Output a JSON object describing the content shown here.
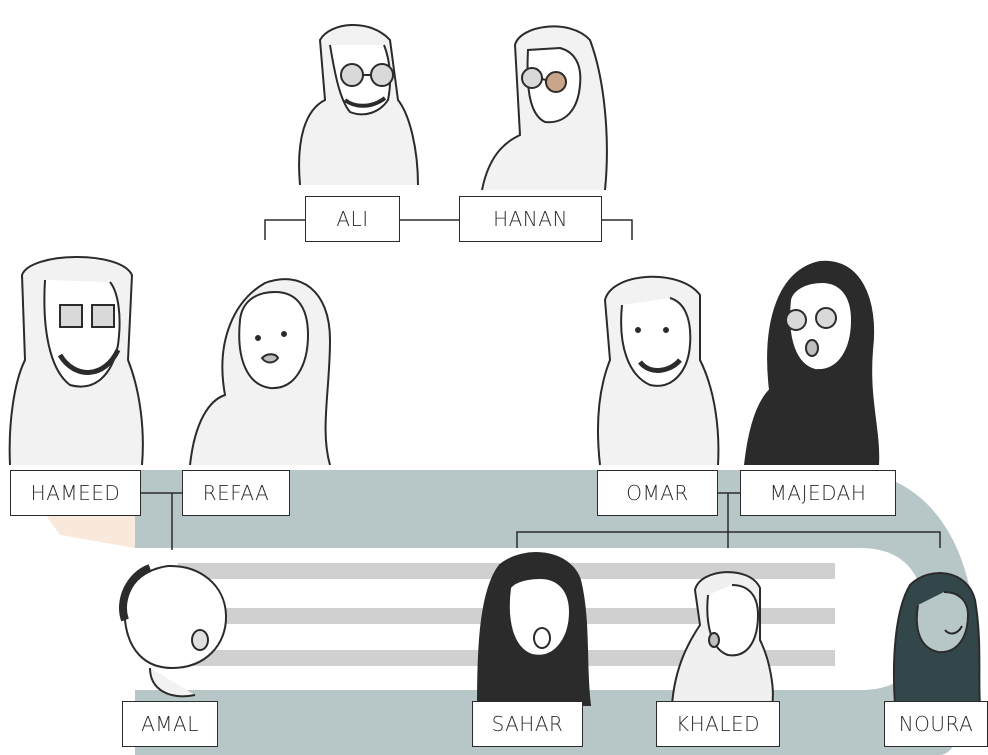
{
  "family": {
    "grandparents": {
      "grandfather": "ALI",
      "grandmother": "HANAN"
    },
    "left_couple": {
      "husband": "HAMEED",
      "wife": "REFAA",
      "children": [
        "AMAL"
      ]
    },
    "right_couple": {
      "husband": "OMAR",
      "wife": "MAJEDAH",
      "children": [
        "SAHAR",
        "KHALED",
        "NOURA"
      ]
    }
  },
  "colors": {
    "band": "#b7c6c6",
    "stripe": "#d0d0d0",
    "accent": "#f3d7bf",
    "ink": "#2b2b2b"
  },
  "icons": [
    "ali-portrait-icon",
    "hanan-portrait-icon",
    "hameed-portrait-icon",
    "refaa-portrait-icon",
    "omar-portrait-icon",
    "majedah-portrait-icon",
    "amal-portrait-icon",
    "sahar-portrait-icon",
    "khaled-portrait-icon",
    "noura-portrait-icon"
  ]
}
